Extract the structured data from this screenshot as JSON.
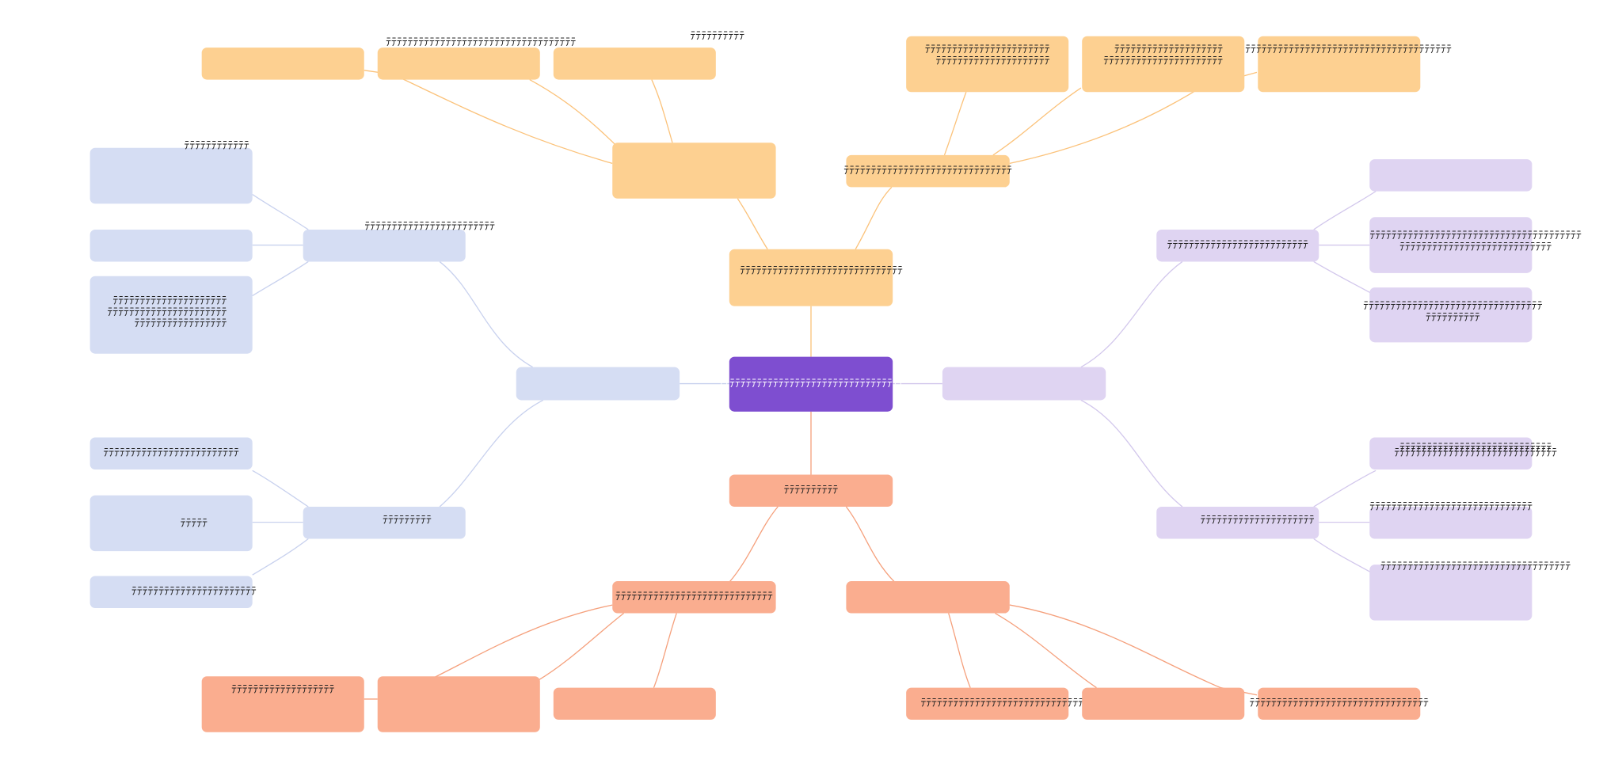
{
  "colors": {
    "root": "#7e4ed0",
    "orange": "#fdd091",
    "salmon": "#faad8f",
    "blue": "#d5ddf3",
    "violet": "#dfd4f2",
    "edge_orange": "#fbc27a",
    "edge_salmon": "#f5a07c",
    "edge_blue": "#c8d1ee",
    "edge_violet": "#d2c7ec"
  },
  "nodes": {
    "root": "ﾃﾃﾃﾃﾃﾃﾃﾃﾃﾃﾃﾃﾃﾃﾃﾃﾃﾃﾃﾃﾃﾃﾃﾃﾃﾃﾃﾃﾃﾃﾃﾃﾃﾃ",
    "top_branch": "ﾃﾃﾃﾃﾃﾃﾃﾃﾃﾃﾃﾃﾃﾃﾃﾃﾃﾃﾃﾃﾃﾃﾃﾃﾃﾃﾃﾃﾃﾃ",
    "top_left_sub": "",
    "top_right_sub": "ﾃﾃﾃﾃﾃﾃﾃﾃﾃﾃﾃﾃﾃﾃﾃﾃﾃﾃﾃﾃﾃﾃﾃﾃﾃﾃﾃﾃﾃﾃﾃ",
    "tl_leaf1": "",
    "tl_leaf2": "ﾃﾃﾃﾃﾃﾃﾃﾃﾃﾃﾃﾃﾃﾃﾃﾃﾃﾃﾃﾃﾃﾃﾃﾃﾃﾃﾃﾃﾃﾃﾃﾃﾃﾃﾃ",
    "tl_leaf3": "ﾃﾃﾃﾃﾃﾃﾃﾃﾃﾃ",
    "tr_leaf1": "ﾃﾃﾃﾃﾃﾃﾃﾃﾃﾃﾃﾃﾃﾃﾃﾃﾃﾃﾃﾃﾃﾃﾃ\nﾃﾃﾃﾃﾃﾃﾃﾃﾃﾃﾃﾃﾃﾃﾃﾃﾃﾃﾃﾃﾃ",
    "tr_leaf2": "ﾃﾃﾃﾃﾃﾃﾃﾃﾃﾃﾃﾃﾃﾃﾃﾃﾃﾃﾃﾃ\nﾃﾃﾃﾃﾃﾃﾃﾃﾃﾃﾃﾃﾃﾃﾃﾃﾃﾃﾃﾃﾃﾃ",
    "tr_leaf3": "ﾃﾃﾃﾃﾃﾃﾃﾃﾃﾃﾃﾃﾃﾃﾃﾃﾃﾃﾃﾃﾃﾃﾃﾃﾃﾃﾃﾃﾃﾃﾃﾃﾃﾃﾃﾃﾃﾃ",
    "bottom_branch": "ﾃﾃﾃﾃﾃﾃﾃﾃﾃﾃ",
    "bl_sub": "ﾃﾃﾃﾃﾃﾃﾃﾃﾃﾃﾃﾃﾃﾃﾃﾃﾃﾃﾃﾃﾃﾃﾃﾃﾃﾃﾃﾃﾃ",
    "br_sub": "",
    "bl_leaf1": "ﾃﾃﾃﾃﾃﾃﾃﾃﾃﾃﾃﾃﾃﾃﾃﾃﾃﾃﾃ",
    "bl_leaf2": "",
    "bl_leaf3": "",
    "br_leaf1": "ﾃﾃﾃﾃﾃﾃﾃﾃﾃﾃﾃﾃﾃﾃﾃﾃﾃﾃﾃﾃﾃﾃﾃﾃﾃﾃﾃﾃﾃﾃﾃﾃﾃﾃﾃﾃﾃ",
    "br_leaf2": "",
    "br_leaf3": "ﾃﾃﾃﾃﾃﾃﾃﾃﾃﾃﾃﾃﾃﾃﾃﾃﾃﾃﾃﾃﾃﾃﾃﾃﾃﾃﾃﾃﾃﾃﾃﾃﾃ",
    "left_branch": "",
    "lu_sub": "ﾃﾃﾃﾃﾃﾃﾃﾃﾃﾃﾃﾃﾃﾃﾃﾃﾃﾃﾃﾃﾃﾃﾃﾃ",
    "ll_sub": "ﾃﾃﾃﾃﾃﾃﾃﾃﾃ",
    "lu_leaf1": "ﾃﾃﾃﾃﾃﾃﾃﾃﾃﾃﾃﾃ",
    "lu_leaf2": "",
    "lu_leaf3": "ﾃﾃﾃﾃﾃﾃﾃﾃﾃﾃﾃﾃﾃﾃﾃﾃﾃﾃﾃﾃﾃ\nﾃﾃﾃﾃﾃﾃﾃﾃﾃﾃﾃﾃﾃﾃﾃﾃﾃﾃﾃﾃﾃﾃ\nﾃﾃﾃﾃﾃﾃﾃﾃﾃﾃﾃﾃﾃﾃﾃﾃﾃ",
    "ll_leaf1": "ﾃﾃﾃﾃﾃﾃﾃﾃﾃﾃﾃﾃﾃﾃﾃﾃﾃﾃﾃﾃﾃﾃﾃﾃﾃ",
    "ll_leaf2": "ﾃﾃﾃﾃﾃ",
    "ll_leaf3": "ﾃﾃﾃﾃﾃﾃﾃﾃﾃﾃﾃﾃﾃﾃﾃﾃﾃﾃﾃﾃﾃﾃﾃ",
    "right_branch": "",
    "ru_sub": "ﾃﾃﾃﾃﾃﾃﾃﾃﾃﾃﾃﾃﾃﾃﾃﾃﾃﾃﾃﾃﾃﾃﾃﾃﾃﾃ",
    "rl_sub": "ﾃﾃﾃﾃﾃﾃﾃﾃﾃﾃﾃﾃﾃﾃﾃﾃﾃﾃﾃﾃﾃ",
    "ru_leaf1": "",
    "ru_leaf2": "ﾃﾃﾃﾃﾃﾃﾃﾃﾃﾃﾃﾃﾃﾃﾃﾃﾃﾃﾃﾃﾃﾃﾃﾃﾃﾃﾃﾃﾃﾃﾃﾃﾃﾃﾃﾃﾃﾃﾃ\nﾃﾃﾃﾃﾃﾃﾃﾃﾃﾃﾃﾃﾃﾃﾃﾃﾃﾃﾃﾃﾃﾃﾃﾃﾃﾃﾃﾃ",
    "ru_leaf3": "ﾃﾃﾃﾃﾃﾃﾃﾃﾃﾃﾃﾃﾃﾃﾃﾃﾃﾃﾃﾃﾃﾃﾃﾃﾃﾃﾃﾃﾃﾃﾃﾃﾃ\nﾃﾃﾃﾃﾃﾃﾃﾃﾃﾃ",
    "rl_leaf1": "ﾃﾃﾃﾃﾃﾃﾃﾃﾃﾃﾃﾃﾃﾃﾃﾃﾃﾃﾃﾃﾃﾃﾃﾃﾃﾃﾃﾃ\nﾃﾃﾃﾃﾃﾃﾃﾃﾃﾃﾃﾃﾃﾃﾃﾃﾃﾃﾃﾃﾃﾃﾃﾃﾃﾃﾃﾃﾃﾃ",
    "rl_leaf2": "ﾃﾃﾃﾃﾃﾃﾃﾃﾃﾃﾃﾃﾃﾃﾃﾃﾃﾃﾃﾃﾃﾃﾃﾃﾃﾃﾃﾃﾃﾃ",
    "rl_leaf3": "ﾃﾃﾃﾃﾃﾃﾃﾃﾃﾃﾃﾃﾃﾃﾃﾃﾃﾃﾃﾃﾃﾃﾃﾃﾃﾃﾃﾃﾃﾃﾃﾃﾃﾃﾃ"
  }
}
